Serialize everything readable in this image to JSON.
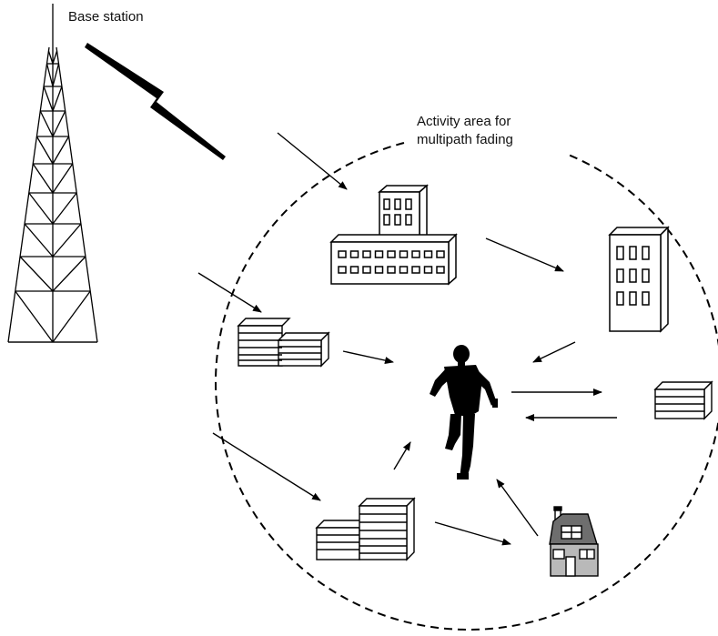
{
  "labels": {
    "base_station": "Base station",
    "activity_area_line1": "Activity area for",
    "activity_area_line2": "multipath fading"
  },
  "colors": {
    "ink": "#000000",
    "house_roof": "#6e6e6e",
    "house_wall": "#b9b9b9",
    "background": "#ffffff"
  },
  "icons": [
    "base-station-tower-icon",
    "lightning-link-icon",
    "building-icon",
    "house-icon",
    "mobile-user-icon"
  ]
}
